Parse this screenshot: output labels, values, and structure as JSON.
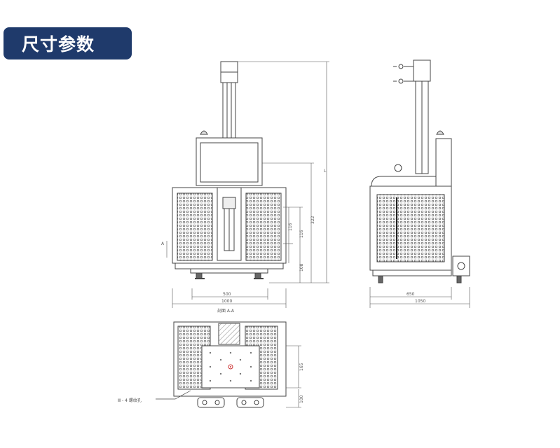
{
  "title": "尺寸参数",
  "front_view": {
    "section_label": "剖面 A-A",
    "left_callout": "A",
    "dim_total_height": "L",
    "dim_upper": "322",
    "dim_mid1": "116",
    "dim_mid2": "116",
    "dim_low": "108",
    "dim_width_inner": "500",
    "dim_width_outer": "1000"
  },
  "side_view": {
    "dim_inner": "650",
    "dim_outer": "1050"
  },
  "top_view": {
    "callout": "Ⅲ - 4 螺纹孔",
    "dim_right1": "165",
    "dim_right2": "100"
  },
  "colors": {
    "badge": "#1f3a6b",
    "line": "#444444",
    "mesh": "#8a8a8a"
  }
}
